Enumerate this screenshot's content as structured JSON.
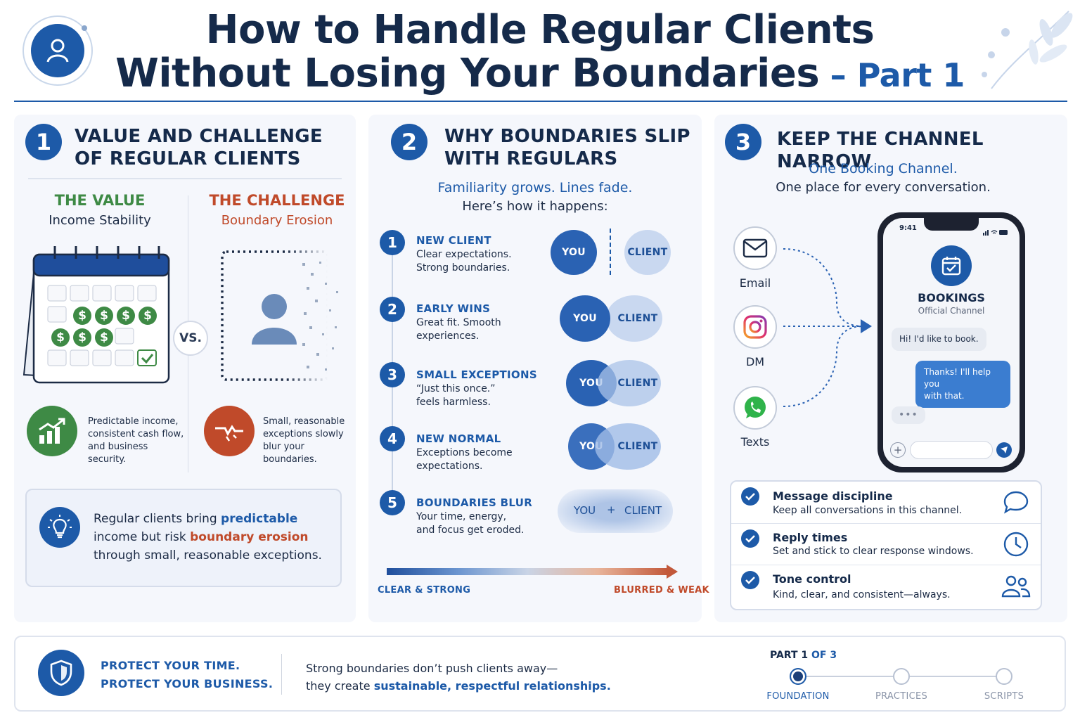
{
  "header": {
    "title_line1": "How to Handle Regular Clients",
    "title_line2": "Without Losing Your Boundaries",
    "title_dash": " – ",
    "title_part": "Part 1",
    "logo_icon": "user-icon",
    "decoration_icon": "leaf-icon"
  },
  "panel1": {
    "number": "1",
    "title_line1": "VALUE AND CHALLENGE",
    "title_line2": "OF REGULAR CLIENTS",
    "value_head": "THE VALUE",
    "value_sub": "Income Stability",
    "challenge_head": "THE CHALLENGE",
    "challenge_sub": "Boundary Erosion",
    "vs": "VS.",
    "value_desc_1": "Predictable income,",
    "value_desc_2": "consistent cash flow,",
    "value_desc_3": "and business security.",
    "challenge_desc_1": "Small, reasonable",
    "challenge_desc_2": "exceptions slowly",
    "challenge_desc_3": "blur your boundaries.",
    "callout_1": "Regular clients bring ",
    "callout_hl1": "predictable",
    "callout_2": " income but risk ",
    "callout_hl2": "boundary erosion",
    "callout_3": " through small, reasonable exceptions.",
    "dollar": "$"
  },
  "panel2": {
    "number": "2",
    "title_line1": "WHY BOUNDARIES SLIP",
    "title_line2": "WITH REGULARS",
    "subtitle": "Familiarity grows. Lines fade.",
    "lead": "Here’s how it happens:",
    "steps": [
      {
        "num": "1",
        "head": "NEW CLIENT",
        "desc1": "Clear expectations.",
        "desc2": "Strong boundaries.",
        "you": "YOU",
        "client": "CLIENT"
      },
      {
        "num": "2",
        "head": "EARLY WINS",
        "desc1": "Great fit. Smooth",
        "desc2": "experiences.",
        "you": "YOU",
        "client": "CLIENT"
      },
      {
        "num": "3",
        "head": "SMALL EXCEPTIONS",
        "desc1": "“Just this once.”",
        "desc2": "feels harmless.",
        "you": "YOU",
        "client": "CLIENT"
      },
      {
        "num": "4",
        "head": "NEW NORMAL",
        "desc1": "Exceptions become",
        "desc2": "expectations.",
        "you": "YOU",
        "client": "CLIENT"
      },
      {
        "num": "5",
        "head": "BOUNDARIES BLUR",
        "desc1": "Your time, energy,",
        "desc2": "and focus get eroded.",
        "you": "YOU",
        "plus": "+",
        "client": "CLIENT"
      }
    ],
    "scale_left": "CLEAR & STRONG",
    "scale_right": "BLURRED & WEAK"
  },
  "panel3": {
    "number": "3",
    "title": "KEEP THE CHANNEL NARROW",
    "subtitle": "One Booking Channel.",
    "lead": "One place for every conversation.",
    "channels": [
      {
        "label": "Email",
        "icon": "mail-icon"
      },
      {
        "label": "DM",
        "icon": "instagram-icon"
      },
      {
        "label": "Texts",
        "icon": "whatsapp-icon"
      }
    ],
    "phone": {
      "time": "9:41",
      "app_title": "BOOKINGS",
      "app_sub": "Official Channel",
      "msg_in": "Hi! I'd like to book.",
      "msg_out_1": "Thanks! I'll help you",
      "msg_out_2": "with that.",
      "typing": "•••",
      "plus": "+"
    },
    "rules": [
      {
        "head": "Message discipline",
        "desc": "Keep all conversations in this channel.",
        "icon": "chat-bubble-icon"
      },
      {
        "head": "Reply times",
        "desc": "Set and stick to clear response windows.",
        "icon": "clock-icon"
      },
      {
        "head": "Tone control",
        "desc": "Kind, clear, and consistent—always.",
        "icon": "people-icon"
      }
    ]
  },
  "footer": {
    "tag_1": "PROTECT YOUR TIME.",
    "tag_2": "PROTECT YOUR BUSINESS.",
    "msg_1": "Strong boundaries don’t push clients away—",
    "msg_2": "they create ",
    "msg_hl": "sustainable, respectful relationships.",
    "part_prefix": "PART 1",
    "part_suffix": " OF 3",
    "steps": [
      "FOUNDATION",
      "PRACTICES",
      "SCRIPTS"
    ],
    "progress_fraction": 0
  },
  "colors": {
    "primary": "#1d5aa8",
    "green": "#3e8a45",
    "red": "#c04a2a"
  }
}
